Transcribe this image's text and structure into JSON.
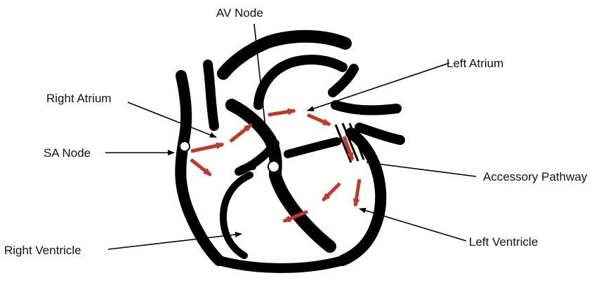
{
  "labels": {
    "av_node": "AV Node",
    "left_atrium": "Left Atrium",
    "right_atrium": "Right Atrium",
    "sa_node": "SA Node",
    "accessory_pathway": "Accessory Pathway",
    "right_ventricle": "Right Ventricle",
    "left_ventricle": "Left Ventricle"
  },
  "colors": {
    "outline": "#000000",
    "conduction_arrow": "#c0392b",
    "pointer_line": "#000000",
    "background": "#ffffff"
  }
}
